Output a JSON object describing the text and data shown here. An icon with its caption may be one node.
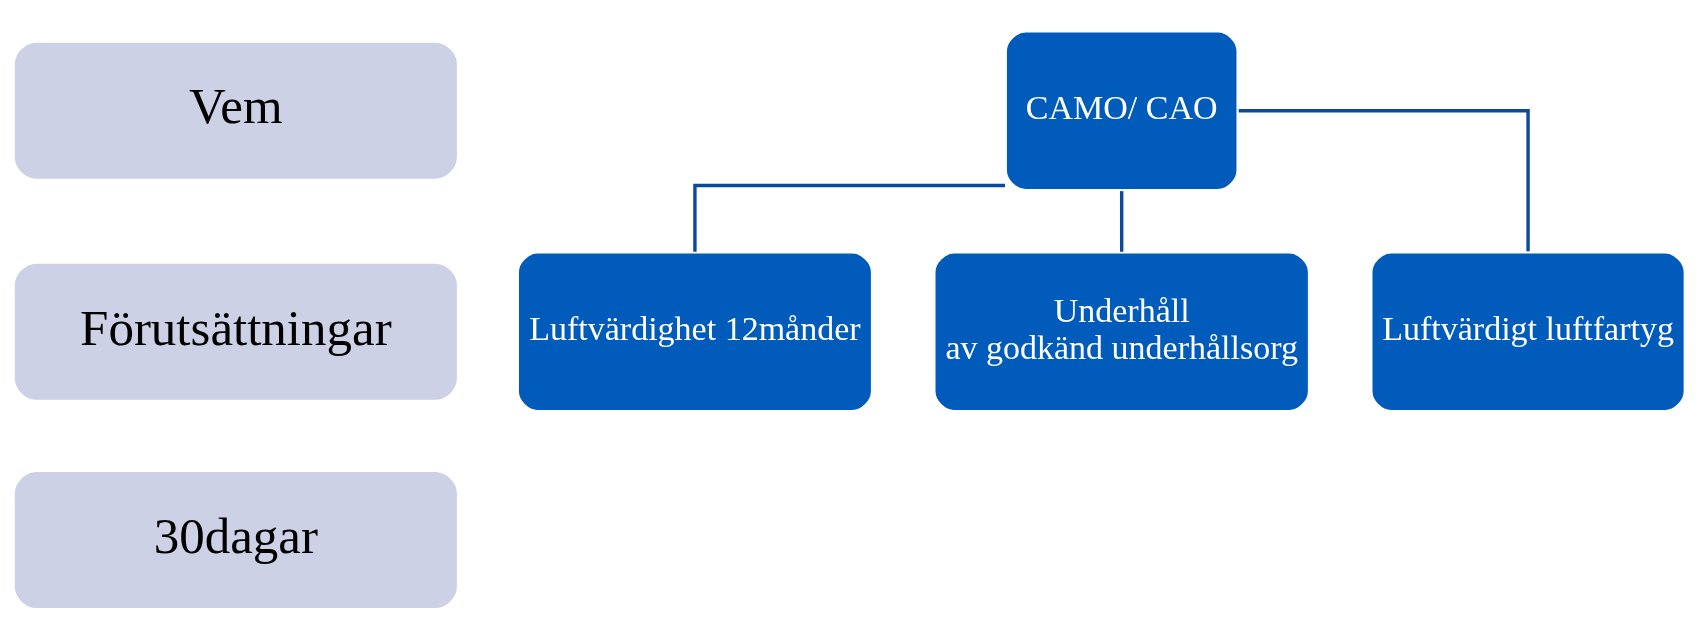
{
  "diagram": {
    "nodes": [
      {
        "text": [
          "Vem"
        ]
      },
      {
        "text": [
          "Förutsättningar"
        ]
      },
      {
        "text": [
          "30dagar"
        ]
      },
      {
        "text": [
          "CAMO/ CAO"
        ]
      },
      {
        "text": [
          "Luftvärdighet 12månder"
        ]
      },
      {
        "text": [
          "Underhåll",
          "av godkänd underhållsorg"
        ]
      },
      {
        "text": [
          "Luftvärdigt luftfartyg"
        ]
      }
    ],
    "edges": [
      {
        "from": 3,
        "to": 4,
        "arrow": "none"
      },
      {
        "from": 3,
        "to": 5,
        "arrow": "none"
      },
      {
        "from": 3,
        "to": 6,
        "arrow": "none"
      }
    ]
  }
}
